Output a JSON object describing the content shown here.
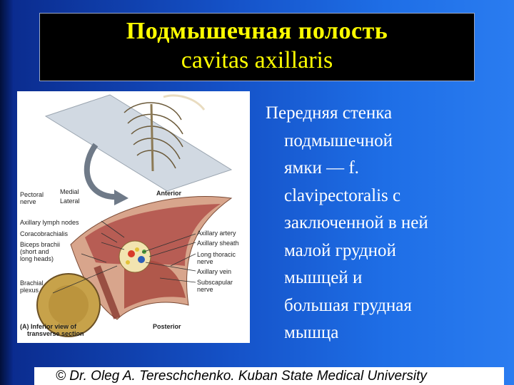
{
  "title": {
    "line1": "Подмышечная полость",
    "line2": "cavitas axillaris"
  },
  "body_text": [
    "Передняя стенка",
    "подмышечной",
    "ямки — f.",
    "clavipectoralis с",
    "заключенной в ней",
    "малой грудной",
    "мышцей и",
    "большая грудная",
    "мышца"
  ],
  "figure": {
    "labels": {
      "pectoral_nerve": "Pectoral",
      "pectoral_nerve2": "nerve",
      "medial": "Medial",
      "lateral": "Lateral",
      "anterior": "Anterior",
      "axillary_lymph_nodes": "Axillary lymph nodes",
      "coracobrachialis": "Coracobrachialis",
      "biceps1": "Biceps brachii",
      "biceps2": "(short and",
      "biceps3": "long heads)",
      "brachial1": "Brachial",
      "brachial2": "plexus",
      "axillary_artery": "Axillary artery",
      "axillary_sheath": "Axillary sheath",
      "long_thoracic1": "Long thoracic",
      "long_thoracic2": "nerve",
      "axillary_vein": "Axillary vein",
      "subscapular1": "Subscapular",
      "subscapular2": "nerve",
      "inferior1": "(A) Inferior view of",
      "inferior2": "transverse section",
      "posterior": "Posterior"
    }
  },
  "footer": "© Dr. Oleg A. Tereschchenko. Kuban State Medical University"
}
